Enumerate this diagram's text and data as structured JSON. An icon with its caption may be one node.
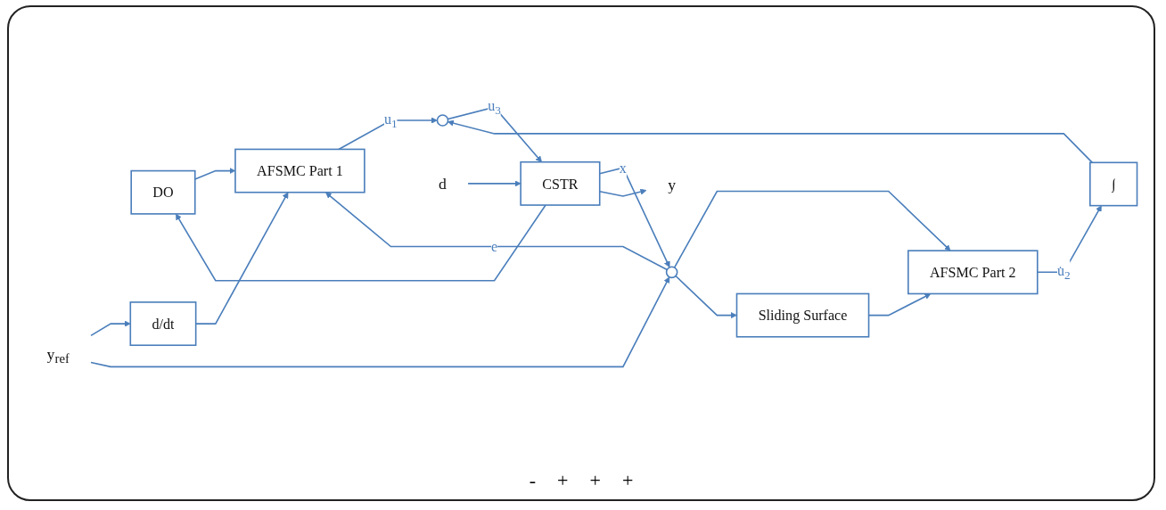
{
  "diagram": {
    "nodes": [
      {
        "text": [
          "DO"
        ]
      },
      {
        "text": [
          "d/dt"
        ]
      },
      {
        "text": [
          "y$_{ref}$"
        ]
      },
      {
        "text": [],
        "shape": "circle"
      },
      {
        "text": [
          "AFSMC Part 1"
        ]
      },
      {
        "text": [
          "AFSMC Part 2"
        ]
      },
      {
        "text": [
          "Sliding Surface"
        ]
      },
      {
        "text": [
          "∫"
        ]
      },
      {
        "text": [],
        "shape": "circle"
      },
      {
        "text": [
          "CSTR"
        ]
      },
      {
        "text": [
          "d"
        ]
      },
      {
        "text": [
          "y"
        ]
      }
    ],
    "edges": [
      {
        "from": 2,
        "to": 1,
        "arrow": "to"
      },
      {
        "from": 2,
        "to": 3,
        "arrow": "to"
      },
      {
        "from": 9,
        "to": 0,
        "arrow": "to"
      },
      {
        "from": 9,
        "to": 3,
        "label": "x",
        "arrow": "to"
      },
      {
        "from": 3,
        "to": 4,
        "label": "e",
        "arrow": "to"
      },
      {
        "from": 3,
        "to": 5,
        "arrow": "to"
      },
      {
        "from": 3,
        "to": 6,
        "arrow": "to"
      },
      {
        "from": 6,
        "to": 5,
        "arrow": "to"
      },
      {
        "from": 0,
        "to": 4,
        "arrow": "to"
      },
      {
        "from": 1,
        "to": 4,
        "arrow": "to"
      },
      {
        "from": 4,
        "to": 8,
        "label": "u$_{1}$",
        "arrow": "to"
      },
      {
        "from": 5,
        "to": 7,
        "label": "u̇$_{2}$",
        "arrow": "to"
      },
      {
        "from": 7,
        "to": 8,
        "arrow": "to"
      },
      {
        "from": 8,
        "to": 9,
        "label": "u$_{3}$",
        "arrow": "to"
      },
      {
        "from": 10,
        "to": 9,
        "arrow": "to"
      },
      {
        "from": 9,
        "to": 11,
        "arrow": "to"
      }
    ],
    "labels": [
      "-",
      "+",
      "+",
      "+"
    ]
  }
}
